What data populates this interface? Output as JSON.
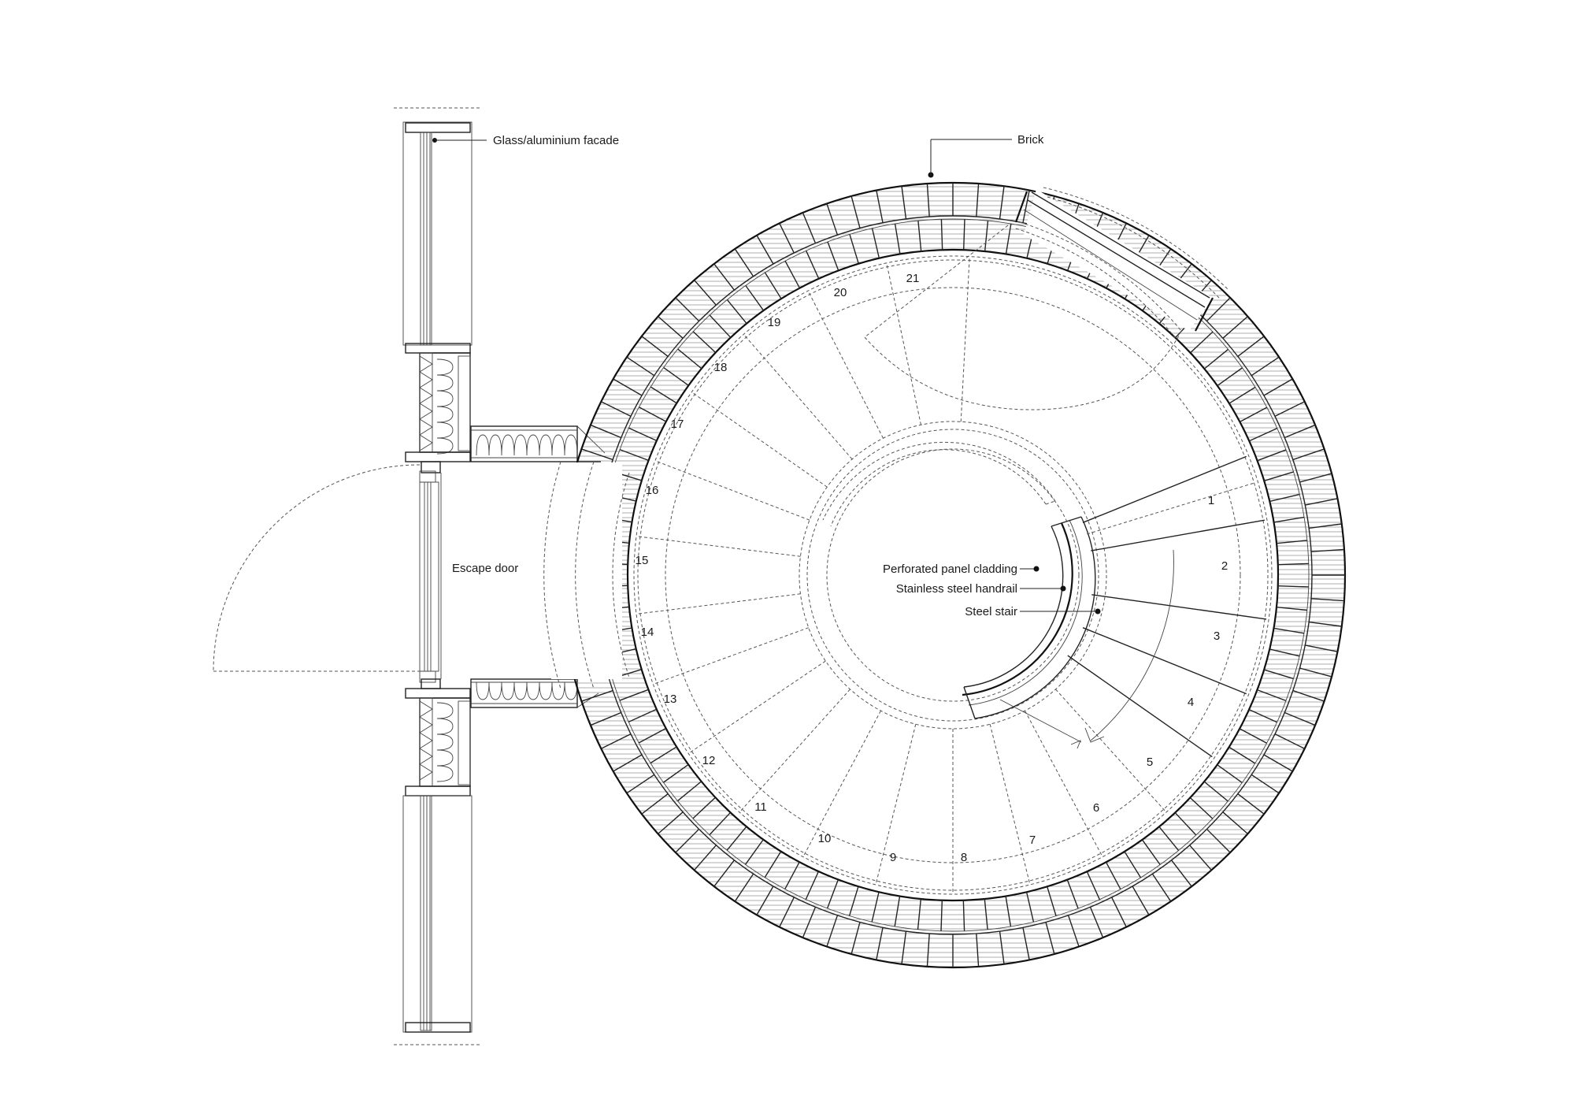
{
  "drawing": {
    "type": "architectural floor plan",
    "subject": "circular brick stair tower with spiral steel stair"
  },
  "annotations": {
    "facade": "Glass/aluminium facade",
    "brick": "Brick",
    "escape_door": "Escape door",
    "cladding": "Perforated panel cladding",
    "handrail": "Stainless steel handrail",
    "stair": "Steel stair"
  },
  "stair_steps": [
    "1",
    "2",
    "3",
    "4",
    "5",
    "6",
    "7",
    "8",
    "9",
    "10",
    "11",
    "12",
    "13",
    "14",
    "15",
    "16",
    "17",
    "18",
    "19",
    "20",
    "21"
  ],
  "colors": {
    "line": "#222222",
    "background": "#ffffff"
  }
}
